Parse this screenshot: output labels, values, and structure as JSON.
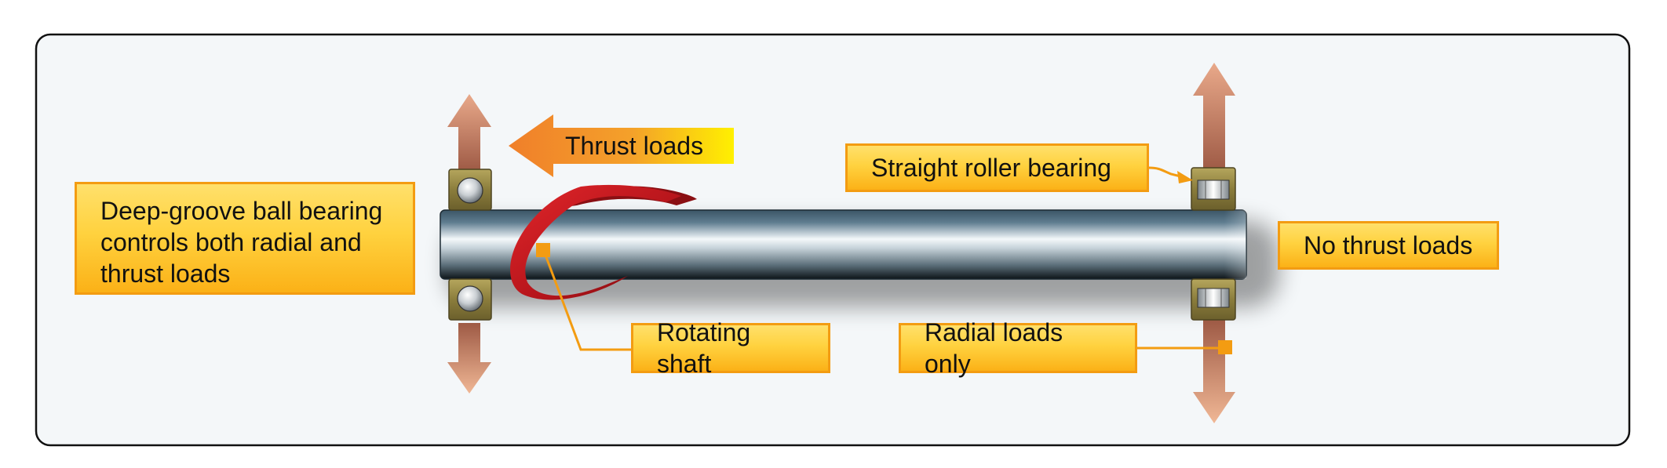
{
  "labels": {
    "ball_bearing": "Deep-groove ball bearing controls both radial and thrust loads",
    "thrust_loads": "Thrust loads",
    "roller_bearing": "Straight roller bearing",
    "no_thrust": "No thrust loads",
    "rotating_shaft": "Rotating shaft",
    "radial_only": "Radial loads only"
  },
  "colors": {
    "panel_bg": "#f4f7f9",
    "label_border": "#f39c12",
    "label_fill": "#ffd23f",
    "leader_line": "#f39c12",
    "radial_arrow": "#a86a52",
    "thrust_arrow": "#f28c28",
    "shaft_steel": "#6d8a9c",
    "ribbon": "#c0161b",
    "bearing_housing": "#8b7d3c"
  },
  "icons": [
    "radial-load-arrow",
    "thrust-arrow",
    "rotation-ribbon",
    "ball-bearing",
    "roller-bearing",
    "shaft"
  ]
}
